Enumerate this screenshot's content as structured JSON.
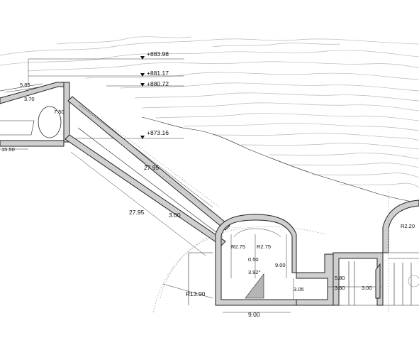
{
  "elevations": [
    "+883.98",
    "+881.17",
    "+880.72",
    "+873.16"
  ],
  "dimensions": {
    "slope_upper": "27.95",
    "slope_lower": "27.95",
    "tube_width": "3.00",
    "roof_pitch": "5.85",
    "roof_offset": "3.70",
    "top_wall": "7.50",
    "left_base": "15.50",
    "arch_radius_left": "R2.75",
    "arch_radius_right": "R2.75",
    "chamber_height": "9.00",
    "chamber_width": "9.00",
    "step_height": "3.05",
    "gap_width": "3.60",
    "corridor_width": "3.00",
    "side_height": "5.80",
    "offset": "0.50",
    "angle": "3.92°",
    "lower_radius": "R13.90",
    "dome_radius": "R2.20"
  }
}
